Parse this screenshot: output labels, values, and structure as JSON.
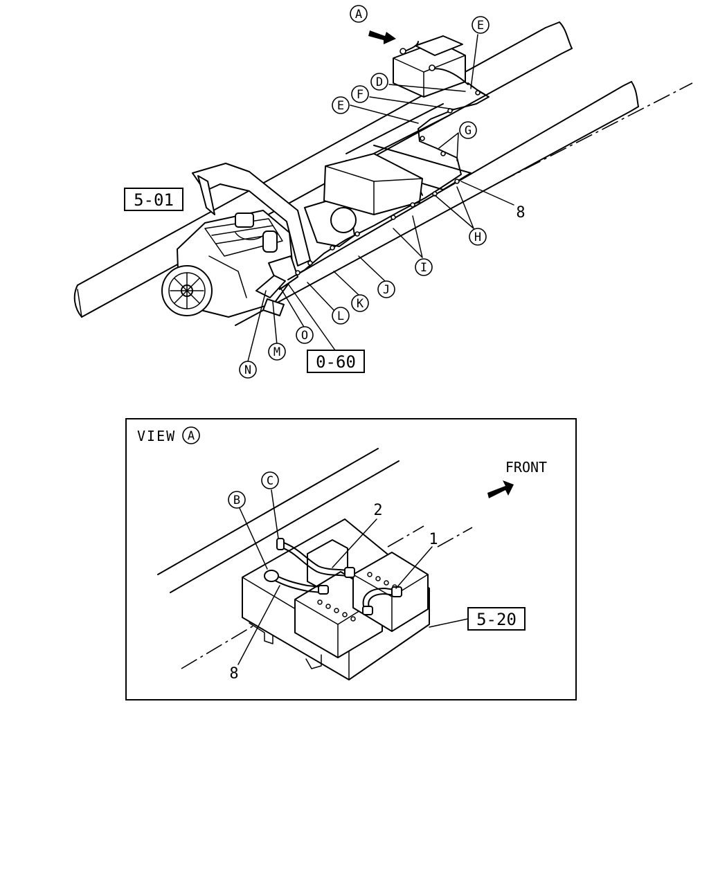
{
  "callouts_top": {
    "a": "A",
    "e_top": "E",
    "d": "D",
    "f": "F",
    "e_left": "E",
    "g": "G",
    "eight": "8",
    "h": "H",
    "i": "I",
    "j": "J",
    "k": "K",
    "l": "L",
    "o": "O",
    "m": "M",
    "n": "N"
  },
  "refs": {
    "ref_501": "5-01",
    "ref_060": "0-60",
    "ref_520": "5-20"
  },
  "view": {
    "label": "VIEW",
    "marker": "A",
    "front": "FRONT",
    "b": "B",
    "c": "C",
    "one": "1",
    "two": "2",
    "eight": "8"
  }
}
